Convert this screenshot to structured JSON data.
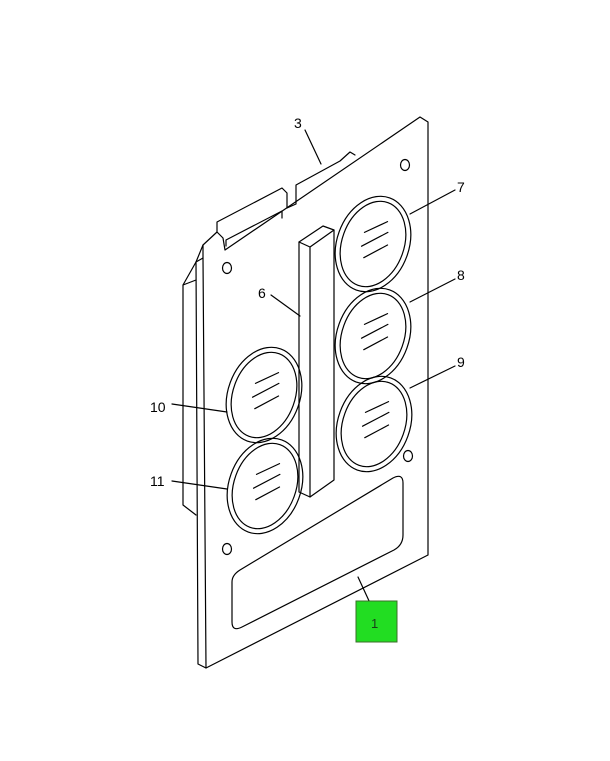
{
  "diagram": {
    "callouts": [
      {
        "id": "c3",
        "label": "3"
      },
      {
        "id": "c7",
        "label": "7"
      },
      {
        "id": "c8",
        "label": "8"
      },
      {
        "id": "c6",
        "label": "6"
      },
      {
        "id": "c9",
        "label": "9"
      },
      {
        "id": "c10",
        "label": "10"
      },
      {
        "id": "c11",
        "label": "11"
      },
      {
        "id": "c1",
        "label": "1"
      }
    ],
    "highlighted": "1",
    "colors": {
      "line": "#000000",
      "background": "#ffffff",
      "highlight": "#22dd22"
    }
  }
}
